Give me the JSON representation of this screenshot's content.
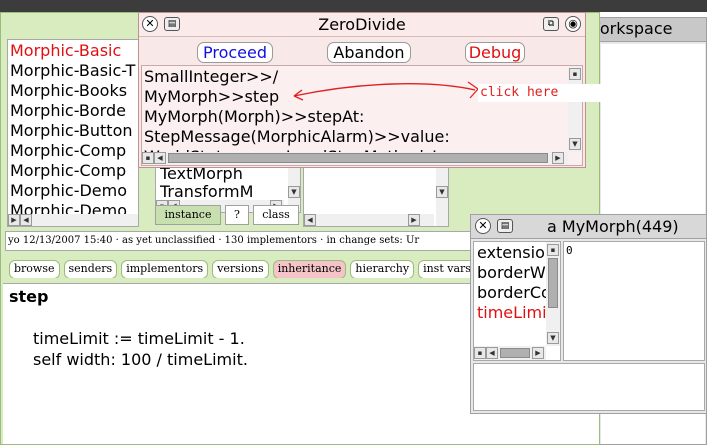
{
  "colors": {
    "accent_red": "#e01010",
    "link_blue": "#1010e0",
    "browser_green": "#d8ecc0",
    "debugger_pink": "#f8e8e8",
    "annotation_red": "#e02020"
  },
  "browser": {
    "categories": [
      "Morphic-Basic",
      "Morphic-Basic-T",
      "Morphic-Books",
      "Morphic-Borde",
      "Morphic-Button",
      "Morphic-Comp",
      "Morphic-Comp",
      "Morphic-Demo",
      "Morphic-Demo"
    ],
    "selected_category": "Morphic-Basic",
    "classes": [
      "TextMorph",
      "TransformM"
    ],
    "toggles": {
      "instance": "instance",
      "help": "?",
      "class": "class"
    },
    "annotation": "yo 12/13/2007 15:40 · as yet unclassified · 130 implementors · in change sets: Ur",
    "buttons": [
      "browse",
      "senders",
      "implementors",
      "versions",
      "inheritance",
      "hierarchy",
      "inst vars"
    ],
    "highlighted_button": "inheritance",
    "code_lines": [
      "step",
      "",
      "timeLimit := timeLimit - 1.",
      "self width: 100 / timeLimit."
    ]
  },
  "debugger": {
    "title": "ZeroDivide",
    "proceed": "Proceed",
    "abandon": "Abandon",
    "debug": "Debug",
    "stack": [
      "SmallInteger>>/",
      "MyMorph>>step",
      "MyMorph(Morph)>>stepAt:",
      "StepMessage(MorphicAlarm)>>value:",
      "WorldState>>runLocalStepMethodsIn:"
    ],
    "annotation_text": "click here"
  },
  "inspector": {
    "title": "a MyMorph(449)",
    "fields": [
      "extension",
      "borderWidth",
      "borderColor",
      "timeLimit"
    ],
    "selected_field": "timeLimit",
    "value": "0"
  },
  "workspace": {
    "title": "Workspace"
  }
}
